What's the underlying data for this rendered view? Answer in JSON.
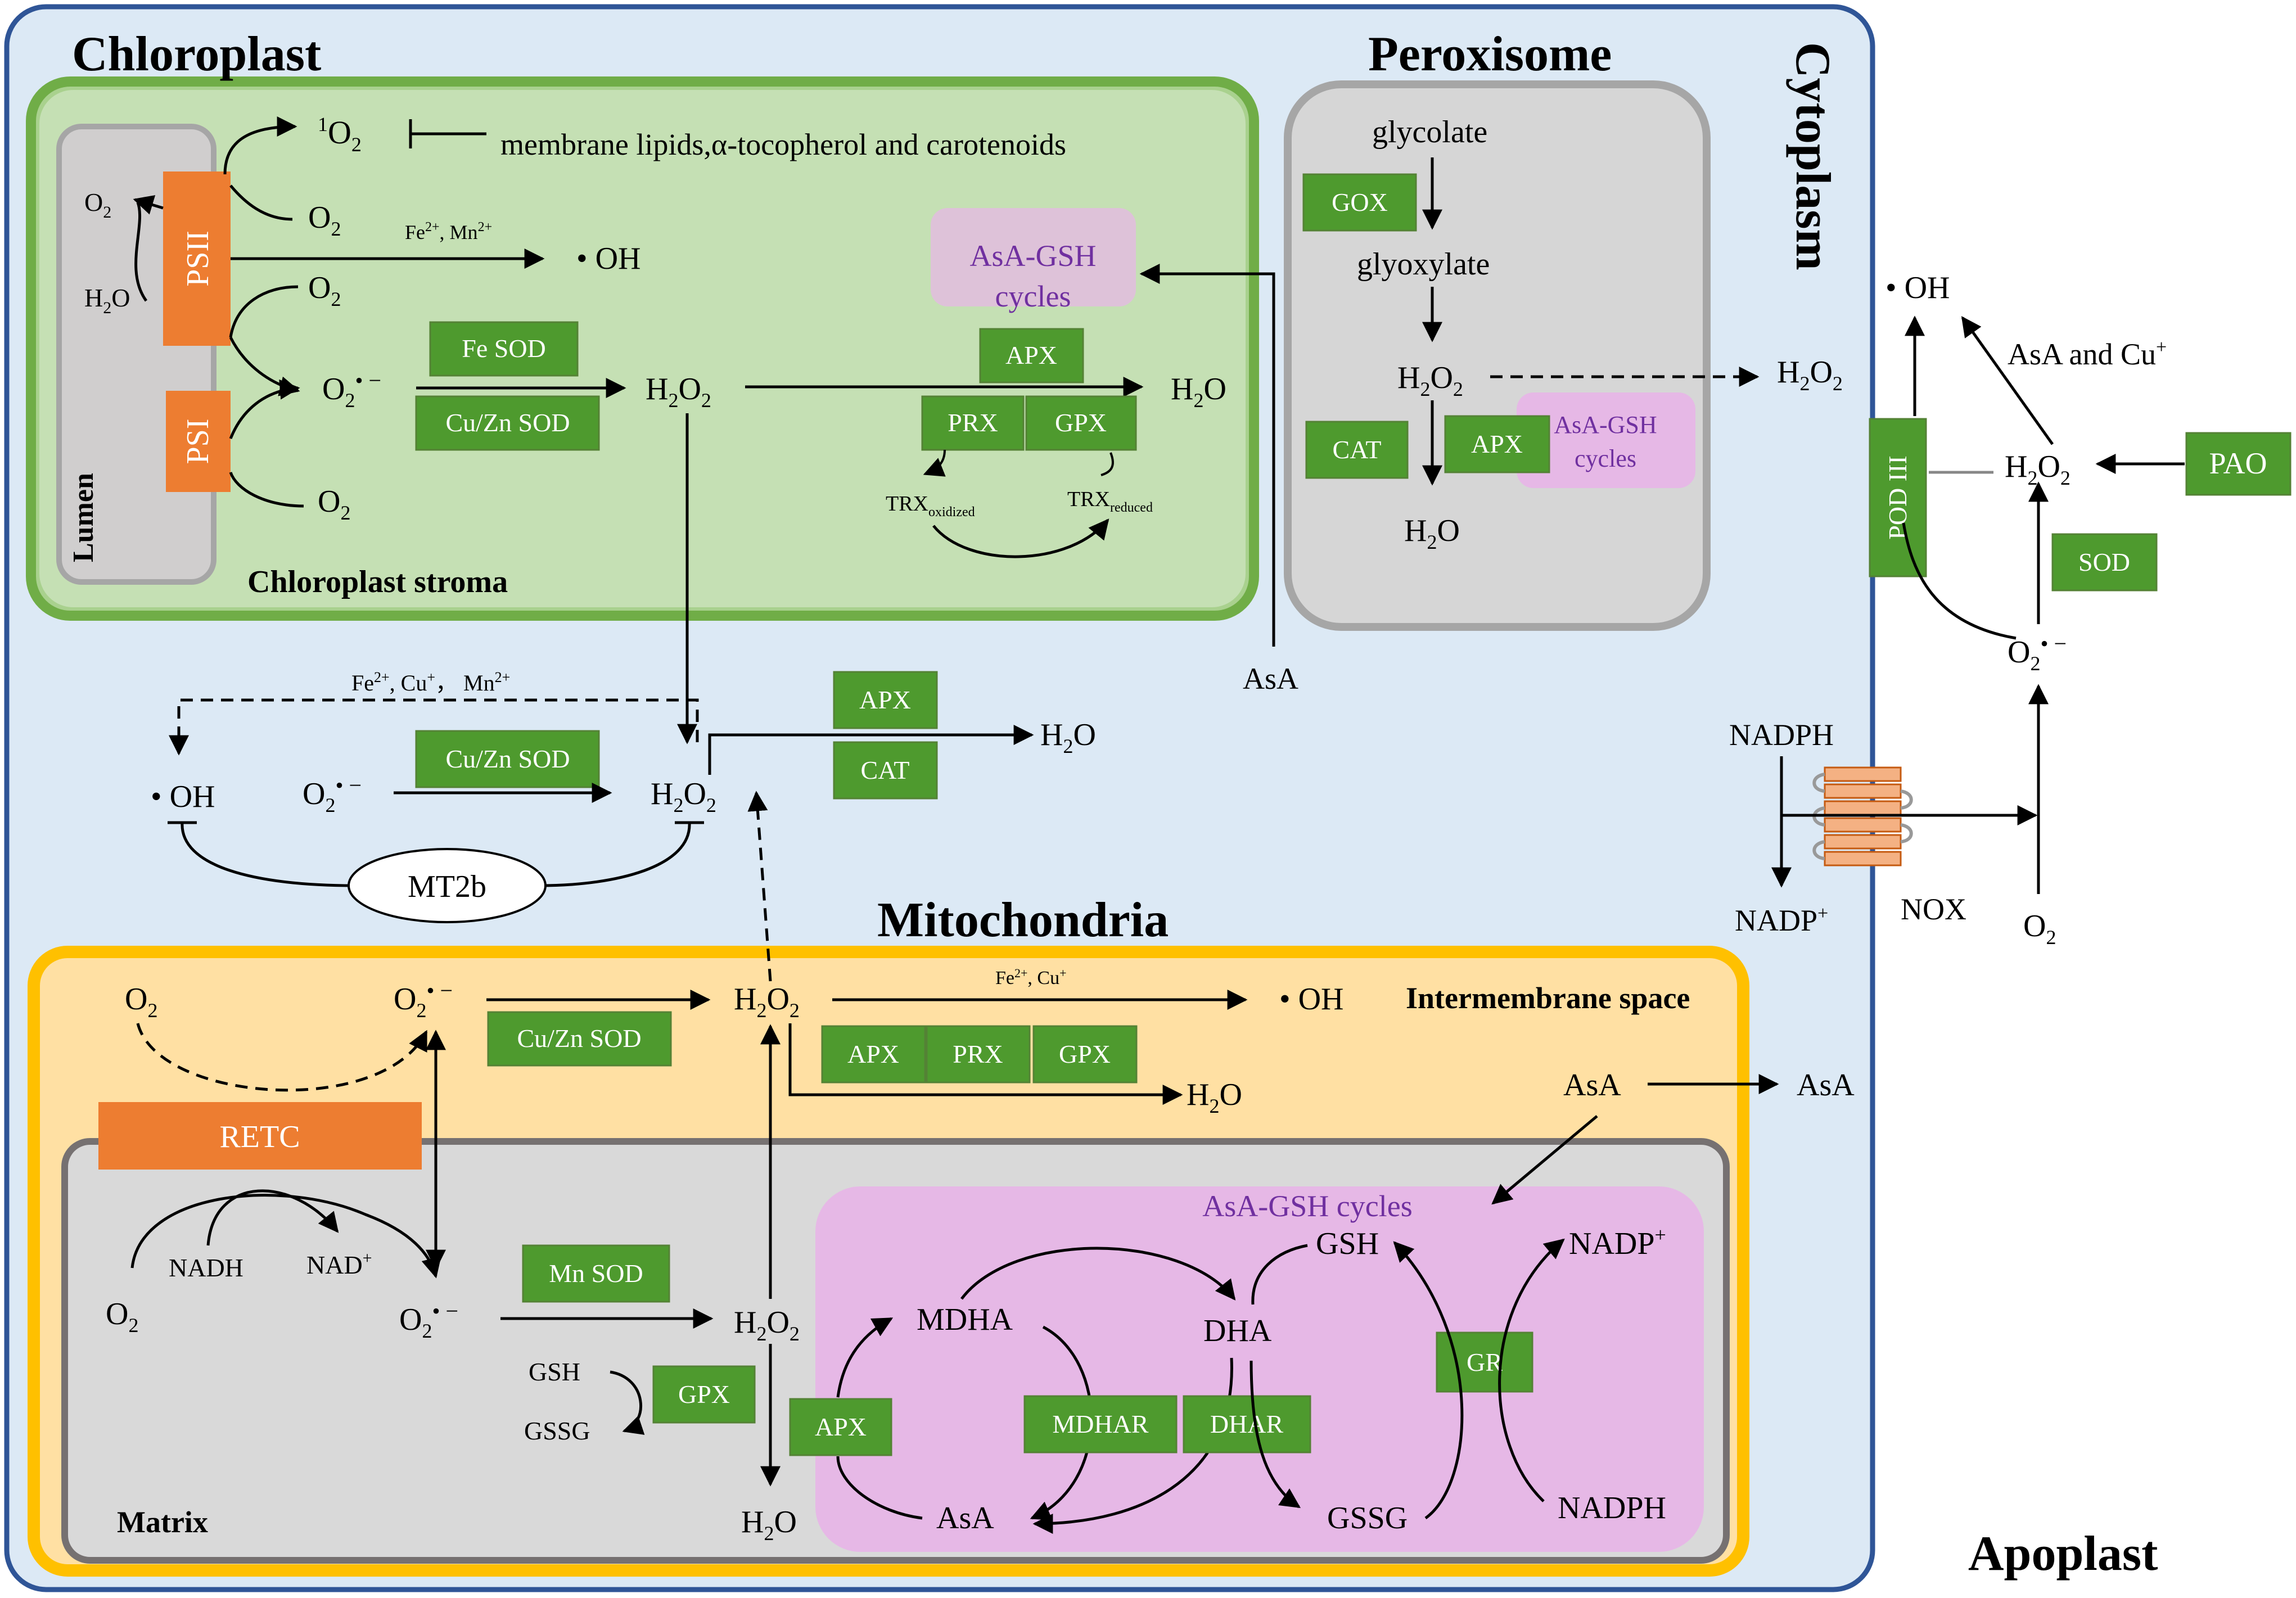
{
  "compartments": {
    "chloroplast": "Chloroplast",
    "peroxisome": "Peroxisome",
    "cytoplasm": "Cytoplasm",
    "mitochondria": "Mitochondria",
    "apoplast": "Apoplast",
    "lumen": "Lumen",
    "stroma": "Chloroplast stroma",
    "intermembrane": "Intermembrane space",
    "matrix": "Matrix"
  },
  "chloroplast": {
    "psii": "PSII",
    "psi": "PSI",
    "singlet_o2": "O",
    "singlet_o2_pre": "1",
    "singlet_o2_sub": "2",
    "membrane_text": "membrane lipids,α-tocopherol and carotenoids",
    "metals": "Fe",
    "metals_sup1": "2+",
    "metals_mid": ", Mn",
    "metals_sup2": "2+",
    "oh": "• OH",
    "fe_sod": "Fe SOD",
    "cuzn_sod": "Cu/Zn SOD",
    "h2o": "H",
    "asa_gsh_line1": "AsA-GSH",
    "asa_gsh_line2": "cycles",
    "apx": "APX",
    "prx": "PRX",
    "gpx": "GPX",
    "trx": "TRX",
    "trx_ox_sub": "oxidized",
    "trx_red_sub": "reduced",
    "asa": "AsA"
  },
  "peroxisome": {
    "glycolate": "glycolate",
    "gox": "GOX",
    "glyoxylate": "glyoxylate",
    "cat": "CAT",
    "apx": "APX",
    "asa_gsh_line1": "AsA-GSH",
    "asa_gsh_line2": "cycles"
  },
  "cytoplasm": {
    "metals": "Fe",
    "metals_sup1": "2+",
    "metals_mid": ", Cu",
    "metals_sup2": "+",
    "metals_mid2": "， Mn",
    "metals_sup3": "2+",
    "oh": "• OH",
    "cuzn_sod": "Cu/Zn SOD",
    "apx": "APX",
    "cat": "CAT",
    "mt2b": "MT2b"
  },
  "apoplast": {
    "oh": "• OH",
    "asa_cu": "AsA and Cu",
    "asa_cu_sup": "+",
    "pod": "POD III",
    "pao": "PAO",
    "sod": "SOD",
    "nadph": "NADPH",
    "nadp": "NADP",
    "nadp_sup": "+",
    "nox": "NOX",
    "asa": "AsA"
  },
  "mitochondria": {
    "metals": "Fe",
    "metals_sup1": "2+",
    "metals_mid": ", Cu",
    "metals_sup2": "+",
    "oh": "• OH",
    "cuzn_sod": "Cu/Zn SOD",
    "apx": "APX",
    "prx": "PRX",
    "gpx": "GPX",
    "asa": "AsA",
    "retc": "RETC",
    "nadh": "NADH",
    "nad": "NAD",
    "nad_sup": "+",
    "mn_sod": "Mn SOD",
    "gsh": "GSH",
    "gssg": "GSSG",
    "gpx2": "GPX",
    "asa_gsh_cycles": "AsA-GSH cycles",
    "mdha": "MDHA",
    "dha": "DHA",
    "mdhar": "MDHAR",
    "dhar": "DHAR",
    "gr": "GR",
    "nadp": "NADP",
    "nadp_sup": "+",
    "nadph": "NADPH"
  },
  "colors": {
    "cytoplasm_fill": "#dce9f5",
    "cytoplasm_border": "#2f5597",
    "chloroplast_fill": "#a9d18e",
    "chloroplast_border": "#70ad47",
    "stroma_fill": "#c5e0b4",
    "enzyme_green": "#4e9a2e",
    "photosystem_orange": "#ed7d31",
    "lumen_grey": "#d0cece",
    "peroxisome_grey": "#d6d6d6",
    "mito_fill": "#ffe0a3",
    "mito_border": "#ffc000",
    "matrix_grey": "#d9d9d9",
    "asagsh_pink": "#e6b8e6",
    "asagsh_text": "#7030a0"
  }
}
